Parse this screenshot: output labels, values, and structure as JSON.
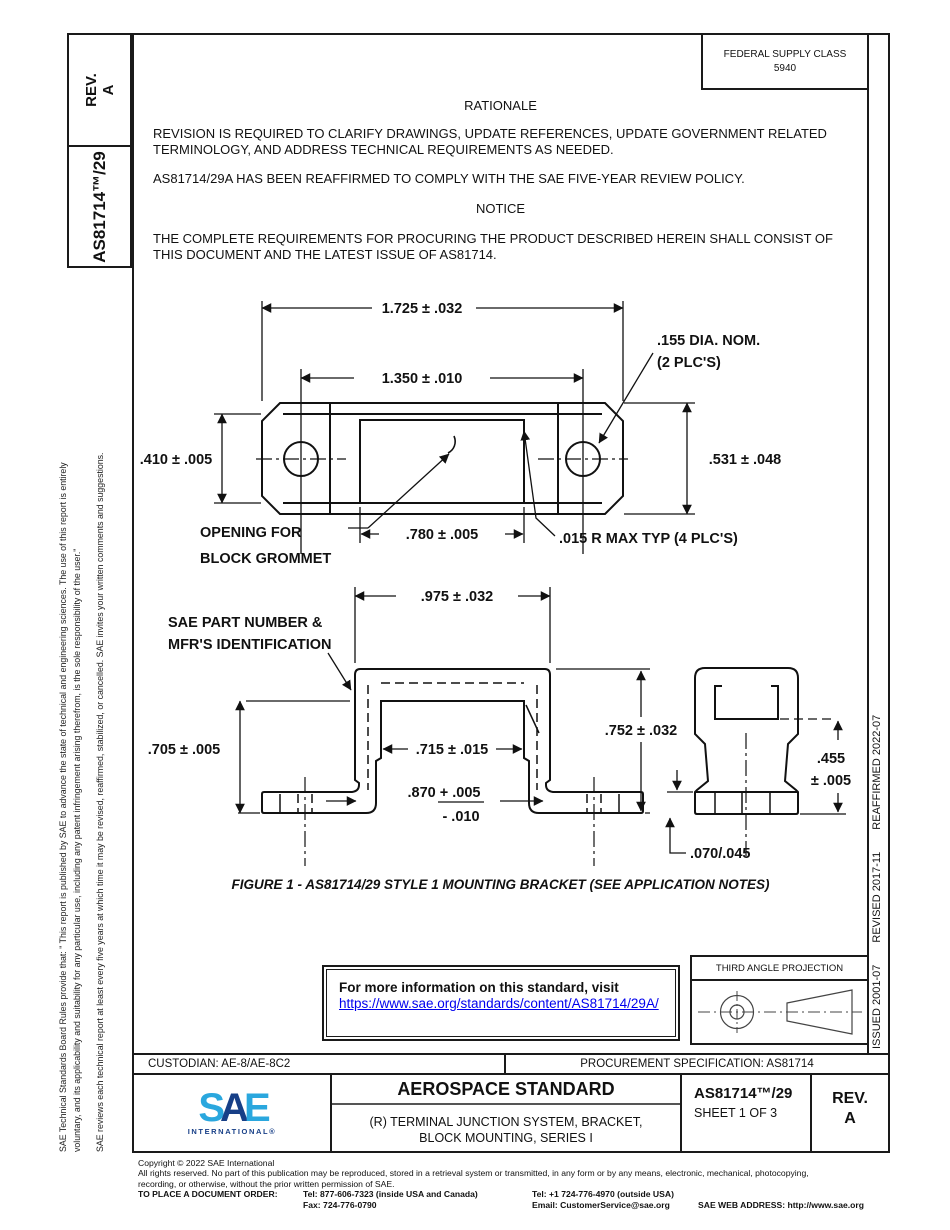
{
  "left_margin": {
    "disclaimer1_line1": "SAE Technical Standards Board Rules provide that: \" This report is published by SAE to advance the state of technical and engineering sciences. The use of this report is entirely",
    "disclaimer1_line2": "voluntary, and its applicability and suitability for any particular use, including any patent infringement arising therefrom, is the sole responsibility of the user.\"",
    "disclaimer2": "SAE reviews each technical report at least every five years at which time it may be revised, reaffirmed, stabilized, or cancelled. SAE invites your written comments and suggestions.",
    "rev_label": "REV.",
    "rev_value": "A",
    "doc_number": "AS81714™/29"
  },
  "header": {
    "fsc_label": "FEDERAL SUPPLY CLASS",
    "fsc_value": "5940"
  },
  "rationale": {
    "title": "RATIONALE",
    "p1": "REVISION IS REQUIRED TO CLARIFY DRAWINGS, UPDATE REFERENCES, UPDATE GOVERNMENT RELATED TERMINOLOGY, AND ADDRESS TECHNICAL REQUIREMENTS AS NEEDED.",
    "p2": "AS81714/29A HAS BEEN REAFFIRMED TO COMPLY WITH THE SAE FIVE-YEAR REVIEW POLICY."
  },
  "notice": {
    "title": "NOTICE",
    "p1": "THE COMPLETE REQUIREMENTS FOR PROCURING THE PRODUCT DESCRIBED HEREIN SHALL CONSIST OF THIS DOCUMENT AND THE LATEST ISSUE OF AS81714."
  },
  "figure": {
    "caption": "FIGURE 1 - AS81714/29 STYLE 1 MOUNTING BRACKET (SEE APPLICATION NOTES)",
    "dims": {
      "d1725": "1.725 ± .032",
      "d1350": "1.350 ± .010",
      "d155a": ".155 DIA. NOM.",
      "d155b": "(2 PLC'S)",
      "d410": ".410 ± .005",
      "d531": ".531 ± .048",
      "d780": ".780 ± .005",
      "d015": ".015 R MAX TYP (4 PLC'S)",
      "opening1": "OPENING FOR",
      "opening2": "BLOCK GROMMET",
      "d975": ".975 ± .032",
      "sae_id1": "SAE PART NUMBER &",
      "sae_id2": "MFR'S IDENTIFICATION",
      "d705": ".705 ± .005",
      "d752": ".752 ± .032",
      "d715": ".715 ± .015",
      "d870a": ".870 + .005",
      "d870b": "- .010",
      "d455a": ".455",
      "d455b": "± .005",
      "d070": ".070/.045"
    }
  },
  "info_box": {
    "line1": "For more information on this standard, visit",
    "link": "https://www.sae.org/standards/content/AS81714/29A/"
  },
  "projection_box": {
    "title": "THIRD ANGLE PROJECTION"
  },
  "right_margin": {
    "issued": "ISSUED 2001-07",
    "revised": "REVISED 2017-11",
    "reaffirmed": "REAFFIRMED 2022-07"
  },
  "footer_table": {
    "custodian": "CUSTODIAN: AE-8/AE-8C2",
    "procurement": "PROCUREMENT SPECIFICATION: AS81714",
    "standard_type": "AEROSPACE STANDARD",
    "title_line1": "(R) TERMINAL JUNCTION SYSTEM, BRACKET,",
    "title_line2": "BLOCK MOUNTING, SERIES I",
    "doc_number": "AS81714™/29",
    "sheet": "SHEET 1 OF 3",
    "rev_label": "REV.",
    "rev_value": "A",
    "logo_s": "S",
    "logo_a": "A",
    "logo_e": "E",
    "logo_intl": "INTERNATIONAL®"
  },
  "copyright": {
    "line1": "Copyright © 2022 SAE International",
    "line2": "All rights reserved. No part of this publication may be reproduced, stored in a retrieval system or transmitted, in any form or by any means, electronic, mechanical, photocopying,",
    "line3": "recording, or otherwise, without the prior written permission of SAE.",
    "order_label": "TO PLACE A DOCUMENT ORDER:",
    "tel1": "Tel: 877-606-7323 (inside USA and Canada)",
    "tel2": "Tel: +1 724-776-4970 (outside USA)",
    "fax": "Fax: 724-776-0790",
    "email": "Email: CustomerService@sae.org",
    "web": "SAE WEB ADDRESS: http://www.sae.org"
  }
}
